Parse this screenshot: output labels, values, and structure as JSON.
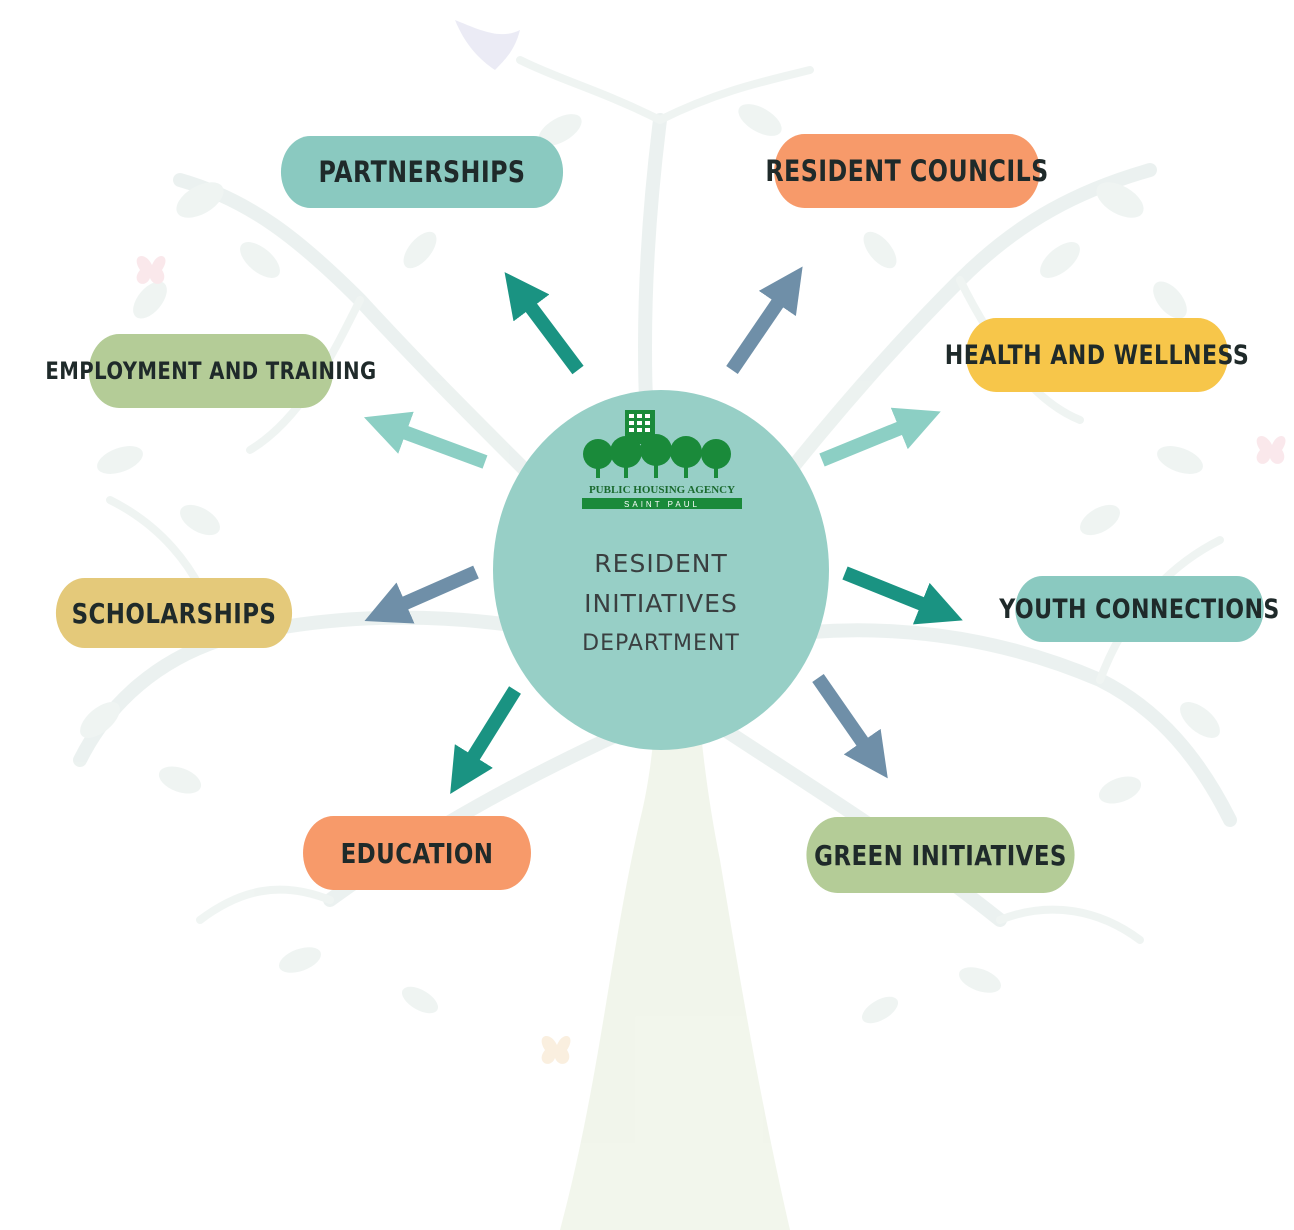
{
  "center": {
    "logo_line1": "PUBLIC HOUSING AGENCY",
    "logo_line2": "SAINT PAUL",
    "title_line1": "RESIDENT",
    "title_line2": "INITIATIVES",
    "title_line3": "DEPARTMENT"
  },
  "nodes": [
    {
      "key": "partnerships",
      "label": "PARTNERSHIPS",
      "color": "#8ac9c0"
    },
    {
      "key": "resident_councils",
      "label": "RESIDENT COUNCILS",
      "color": "#f79a6a"
    },
    {
      "key": "employment_training",
      "label": "EMPLOYMENT AND TRAINING",
      "color": "#b4cc97"
    },
    {
      "key": "health_wellness",
      "label": "HEALTH AND WELLNESS",
      "color": "#f7c64a"
    },
    {
      "key": "scholarships",
      "label": "SCHOLARSHIPS",
      "color": "#e4c97a"
    },
    {
      "key": "youth_connections",
      "label": "YOUTH CONNECTIONS",
      "color": "#8ac9c0"
    },
    {
      "key": "education",
      "label": "EDUCATION",
      "color": "#f79a6a"
    },
    {
      "key": "green_initiatives",
      "label": "GREEN INITIATIVES",
      "color": "#b4cc97"
    }
  ],
  "arrow_colors": {
    "teal_dark": "#1a9382",
    "teal_light": "#8ccfc4",
    "slate_blue": "#6f8fa8"
  }
}
